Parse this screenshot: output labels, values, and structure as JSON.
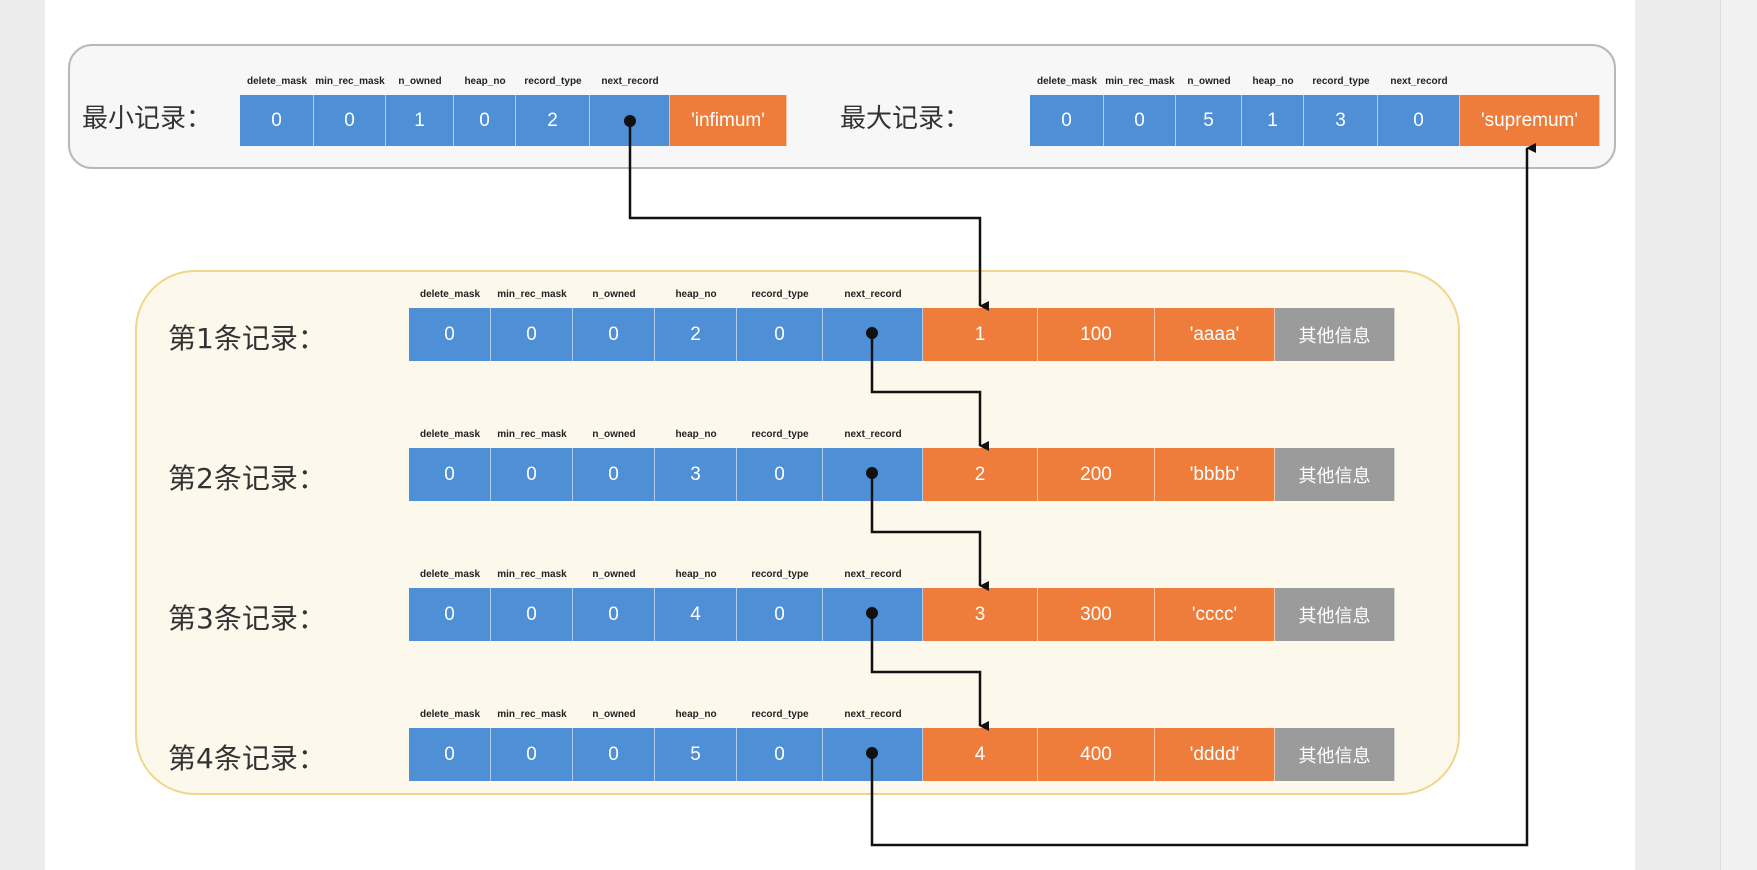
{
  "header_fields": [
    "delete_mask",
    "min_rec_mask",
    "n_owned",
    "heap_no",
    "record_type",
    "next_record"
  ],
  "infimum": {
    "label": "最小记录：",
    "values": [
      "0",
      "0",
      "1",
      "0",
      "2",
      ""
    ],
    "data": "'infimum'"
  },
  "supremum": {
    "label": "最大记录：",
    "values": [
      "0",
      "0",
      "5",
      "1",
      "3",
      "0"
    ],
    "data": "'supremum'"
  },
  "records": [
    {
      "label": "第1条记录：",
      "values": [
        "0",
        "0",
        "0",
        "2",
        "0",
        ""
      ],
      "data": [
        "1",
        "100",
        "'aaaa'",
        "其他信息"
      ]
    },
    {
      "label": "第2条记录：",
      "values": [
        "0",
        "0",
        "0",
        "3",
        "0",
        ""
      ],
      "data": [
        "2",
        "200",
        "'bbbb'",
        "其他信息"
      ]
    },
    {
      "label": "第3条记录：",
      "values": [
        "0",
        "0",
        "0",
        "4",
        "0",
        ""
      ],
      "data": [
        "3",
        "300",
        "'cccc'",
        "其他信息"
      ]
    },
    {
      "label": "第4条记录：",
      "values": [
        "0",
        "0",
        "0",
        "5",
        "0",
        ""
      ],
      "data": [
        "4",
        "400",
        "'dddd'",
        "其他信息"
      ]
    }
  ],
  "colors": {
    "header_cells": "#4f8fd6",
    "data_cells": "#ee7d3b",
    "other_info_cell": "#9b9b9b",
    "user_records_panel_border": "#f0d68c",
    "system_records_panel_border": "#b8b8b8",
    "arrows": "#111111"
  }
}
